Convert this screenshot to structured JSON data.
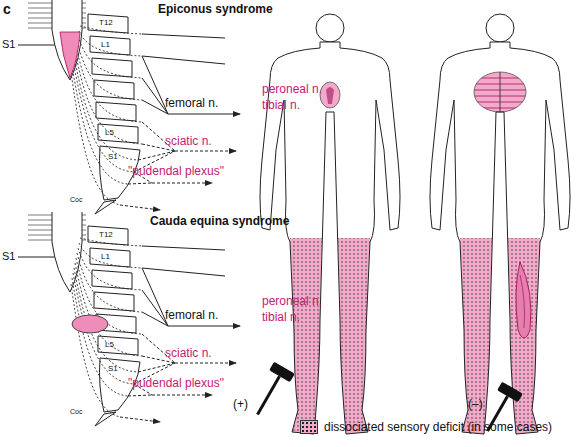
{
  "diagram": {
    "labels": [
      "c",
      "Epiconus syndrome",
      "S1",
      "T12",
      "L1",
      "L5",
      "S1",
      "Coc",
      "femoral n.",
      "peroneal n.",
      "tibial n.",
      "sciatic n.",
      "\"pudendal plexus\"",
      "(+)",
      "Cauda equina syndrome",
      "S1",
      "T12",
      "L1",
      "L5",
      "S1",
      "Coc",
      "femoral n.",
      "peroneal n.",
      "tibial n.",
      "sciatic n.",
      "\"pudendal plexus\"",
      "(–)"
    ],
    "legend": [
      {
        "text": "dissociated sensory deficit (in some cases)"
      }
    ]
  }
}
